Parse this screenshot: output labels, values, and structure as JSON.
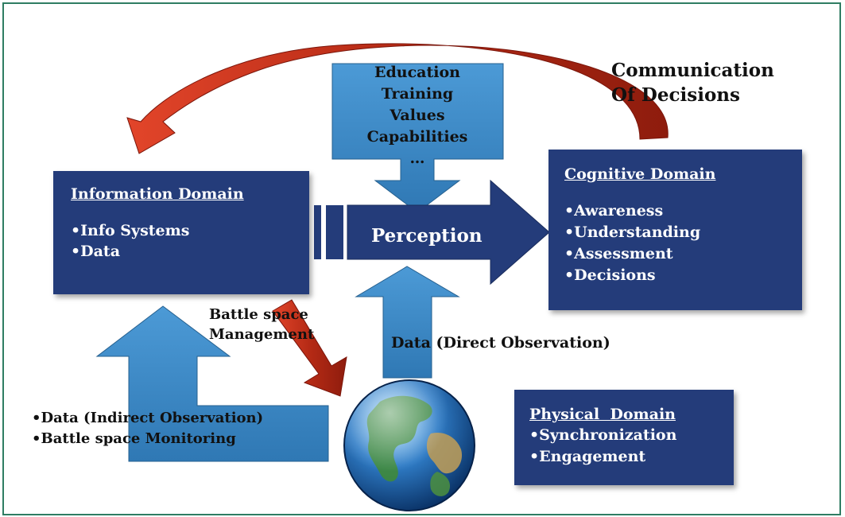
{
  "communication": {
    "line1": "Communication",
    "line2": "Of Decisions"
  },
  "inputs": {
    "lines": [
      "Education",
      "Training",
      "Values",
      "Capabilities",
      "…"
    ]
  },
  "perception_label": "Perception",
  "information_domain": {
    "title": "Information Domain",
    "items": [
      "•Info Systems",
      "•Data"
    ]
  },
  "cognitive_domain": {
    "title": "Cognitive Domain",
    "items": [
      "•Awareness",
      "•Understanding",
      "•Assessment",
      "•Decisions"
    ]
  },
  "physical_domain": {
    "title": "Physical  Domain",
    "items": [
      "•Synchronization",
      "•Engagement"
    ]
  },
  "battlespace_management": {
    "line1": "Battle space",
    "line2": "Management"
  },
  "direct_observation": "Data (Direct Observation)",
  "indirect_observation": {
    "line1": "•Data (Indirect Observation)",
    "line2": "•Battle space Monitoring"
  },
  "colors": {
    "box_navy": "#243c7a",
    "arrow_blue": "#3b88c4",
    "arrow_red": "#c8371d",
    "border_green": "#2f7d63"
  },
  "icons": {
    "globe": "earth-globe-icon"
  }
}
